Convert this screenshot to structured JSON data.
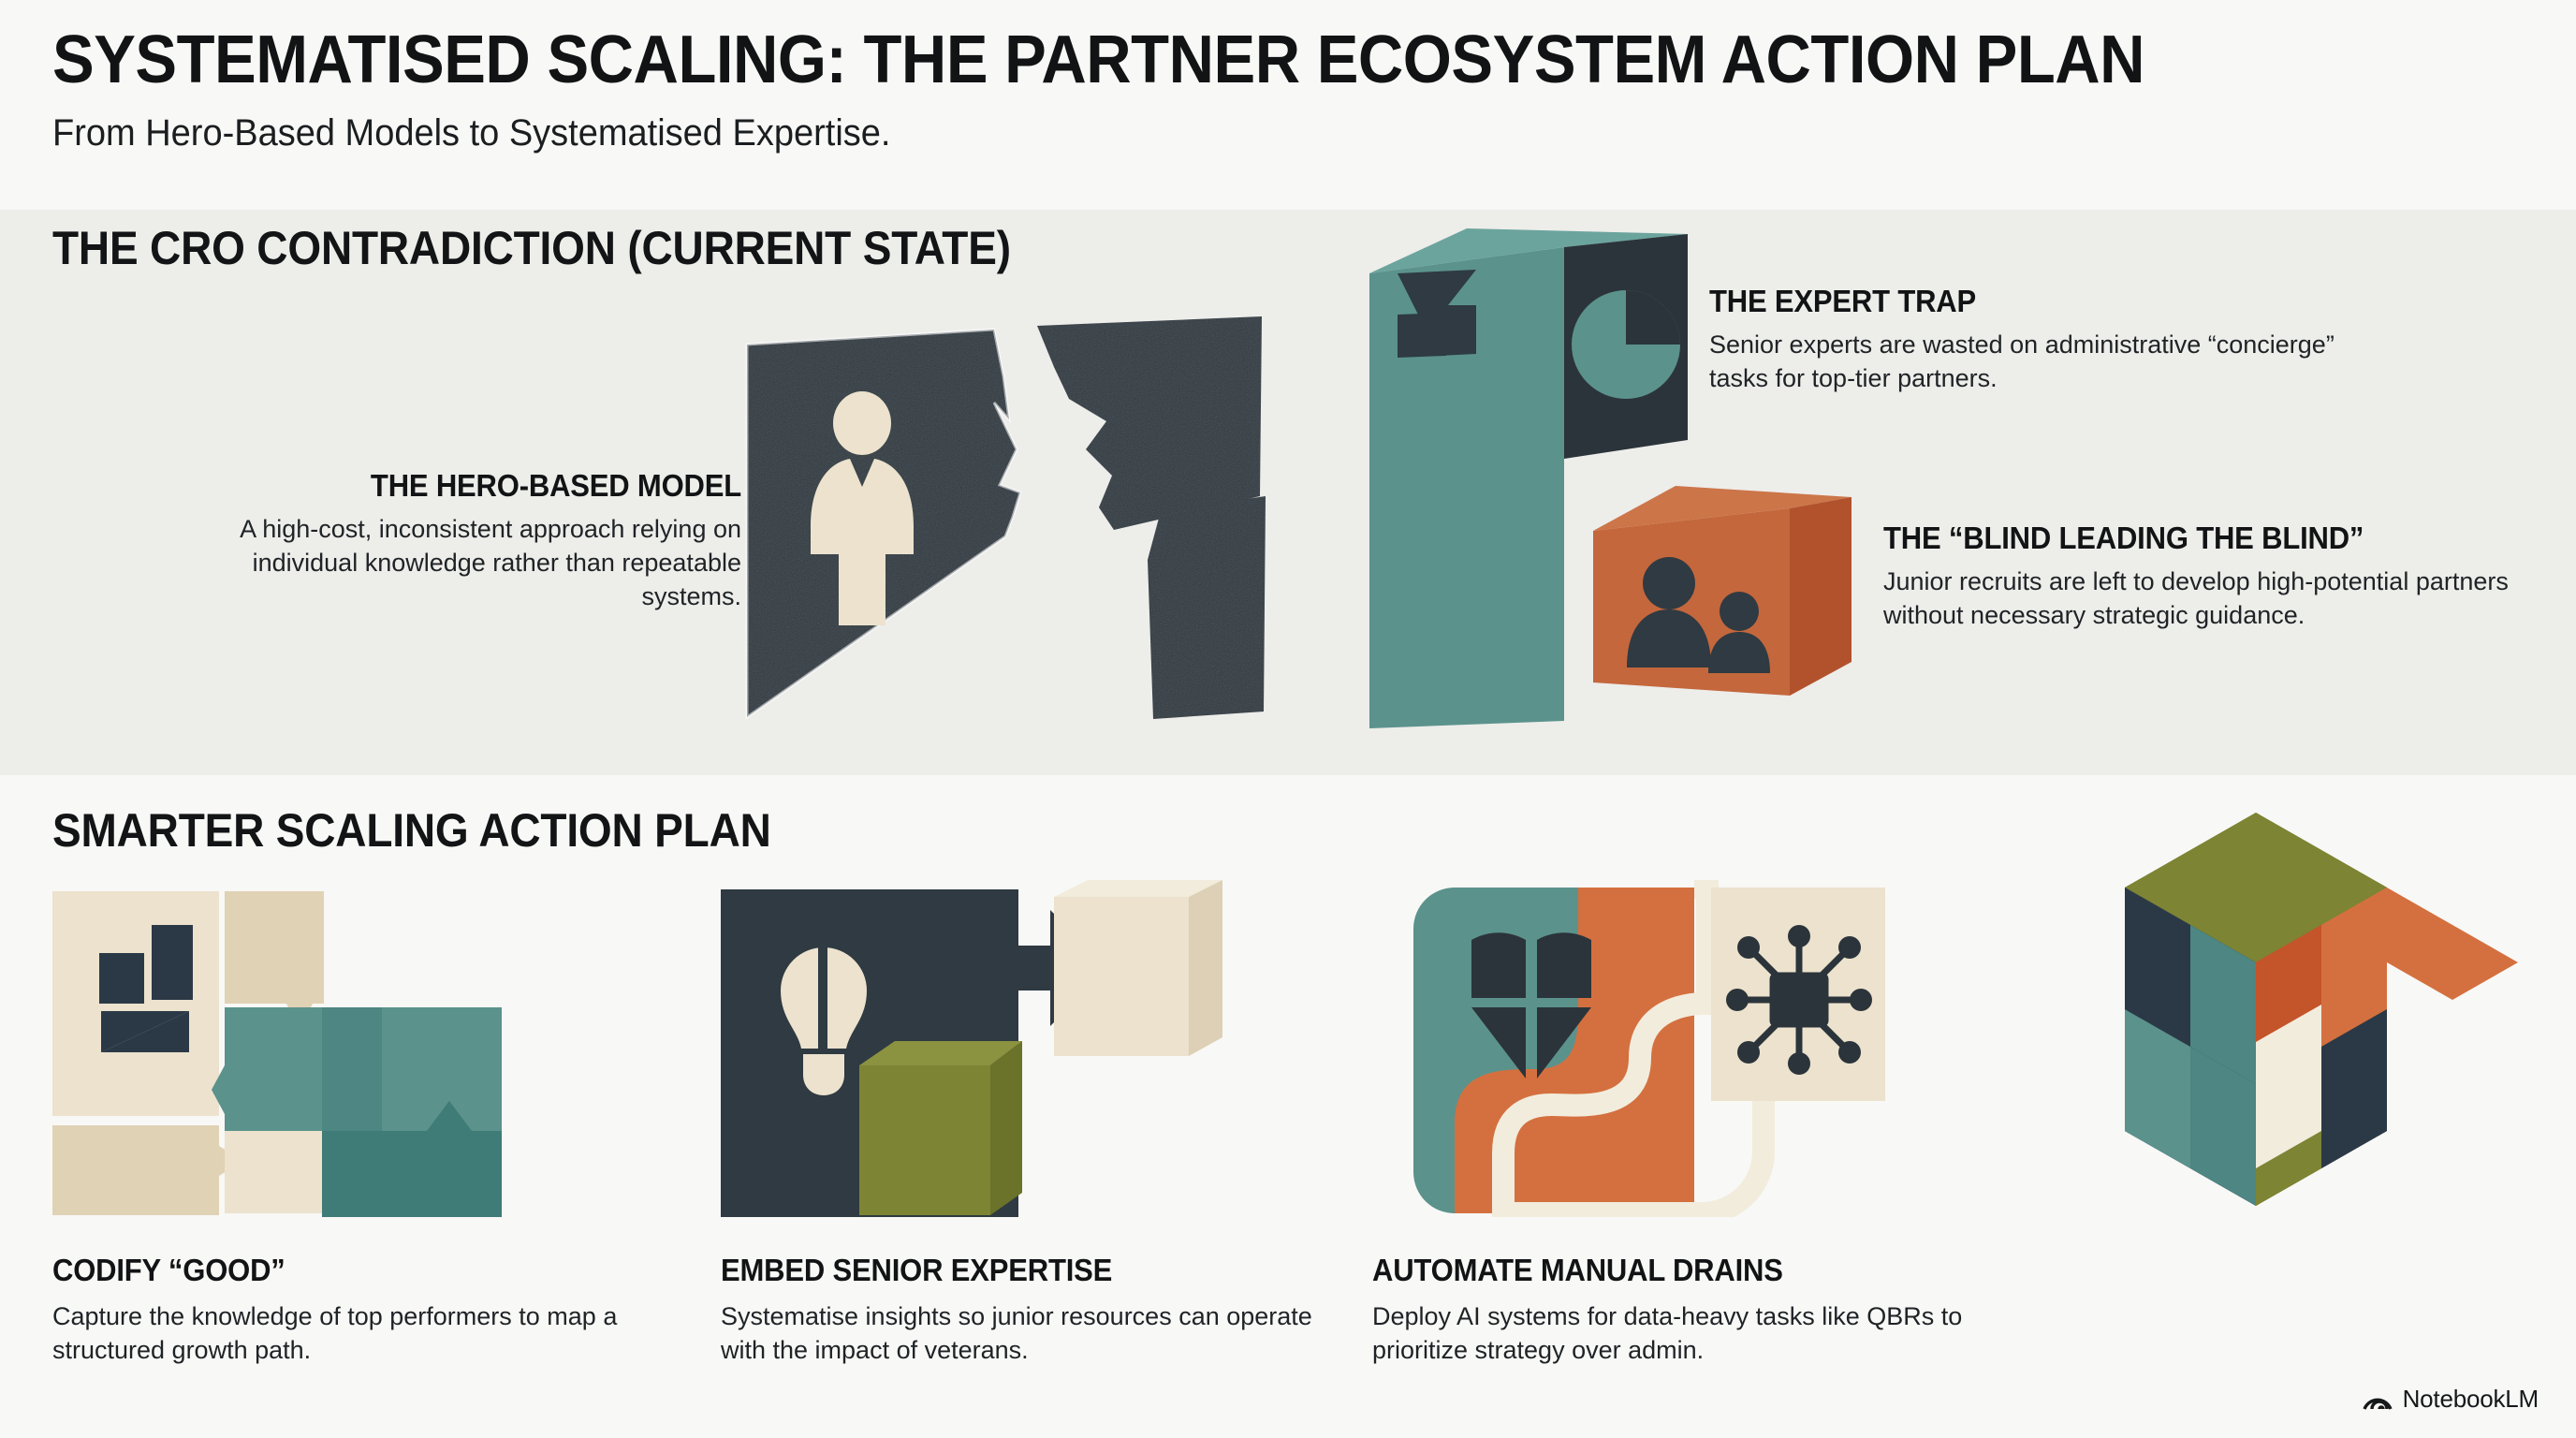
{
  "header": {
    "title": "SYSTEMATISED SCALING: THE PARTNER ECOSYSTEM ACTION PLAN",
    "subtitle": "From Hero-Based Models to Systematised Expertise."
  },
  "sections": {
    "current_state": {
      "heading": "THE CRO CONTRADICTION (CURRENT STATE)",
      "callouts": [
        {
          "title": "THE HERO-BASED MODEL",
          "body": "A high-cost, inconsistent approach relying on individual knowledge rather than repeatable systems.",
          "align": "right",
          "art": "broken-slab-person"
        },
        {
          "title": "THE EXPERT TRAP",
          "body": "Senior experts are wasted on administrative “concierge” tasks for top-tier partners.",
          "align": "left",
          "art": "teal-tower-pie-chart"
        },
        {
          "title": "THE “BLIND LEADING THE BLIND”",
          "body": "Junior recruits are left to develop high-potential partners without necessary strategic guidance.",
          "align": "left",
          "art": "orange-cube-people"
        }
      ]
    },
    "action_plan": {
      "heading": "SMARTER SCALING ACTION PLAN",
      "cards": [
        {
          "title": "CODIFY “GOOD”",
          "body": "Capture the knowledge of top performers to map a structured growth path.",
          "art": "puzzle-blocks"
        },
        {
          "title": "EMBED SENIOR EXPERTISE",
          "body": "Systematise insights so junior resources can operate with the impact of veterans.",
          "art": "lightbulb-arrow-cube"
        },
        {
          "title": "AUTOMATE MANUAL DRAINS",
          "body": "Deploy AI systems for data-heavy tasks like QBRs to prioritize strategy over admin.",
          "art": "pipeline-chip"
        }
      ],
      "hero_art": "isometric-colour-cube"
    }
  },
  "watermark": {
    "label": "NotebookLM",
    "icon": "notebooklm-logo-icon"
  },
  "palette": {
    "background": "#f8f8f6",
    "band": "#ededea",
    "ink": "#111314",
    "slate": "#2f3a42",
    "slate_dark": "#26313a",
    "teal": "#5b928c",
    "teal_deep": "#3f7b77",
    "orange": "#c4673c",
    "orange_dark": "#b2522c",
    "cream": "#ece2cd",
    "cream_light": "#f2ecdd",
    "sand": "#e0d2b4",
    "olive": "#7d8434",
    "navy": "#2b3947"
  }
}
